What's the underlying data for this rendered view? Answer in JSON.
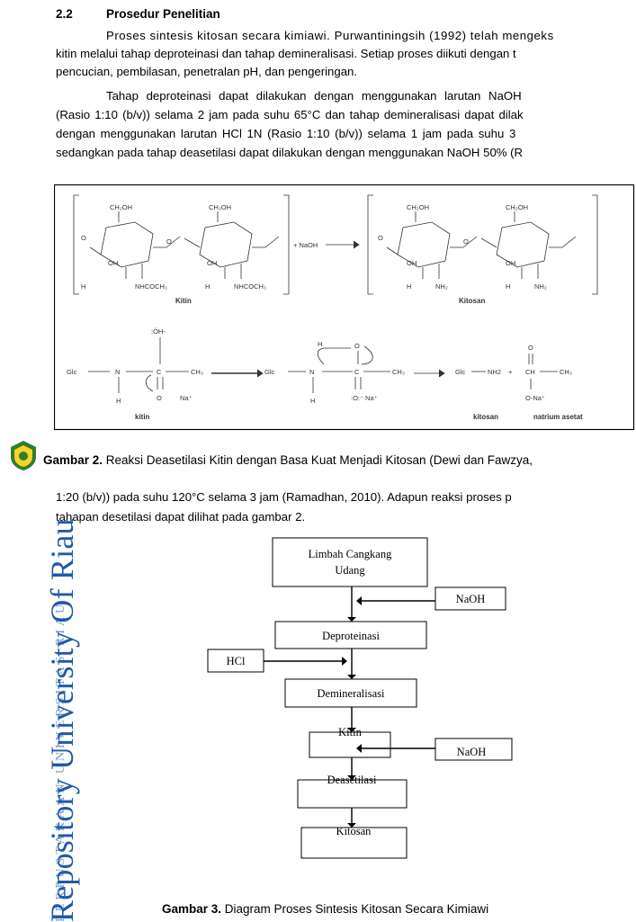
{
  "section": {
    "number": "2.2",
    "title": "Prosedur Penelitian"
  },
  "paragraphs": [
    [
      "Proses sintesis kitosan secara kimiawi. Purwantiningsih (1992) telah mengeks",
      "kitin melalui tahap deproteinasi dan tahap demineralisasi. Setiap proses diikuti dengan t",
      "pencucian, pembilasan, penetralan pH, dan pengeringan."
    ],
    [
      "Tahap deproteinasi dapat dilakukan dengan menggunakan larutan NaOH",
      "(Rasio 1:10 (b/v)) selama 2 jam pada suhu 65°C dan tahap demineralisasi dapat dilak",
      "dengan menggunakan larutan HCl 1N (Rasio 1:10 (b/v))  selama 1 jam pada suhu 3",
      "sedangkan pada tahap deasetilasi dapat dilakukan dengan menggunakan NaOH 50% (R"
    ],
    [
      "1:20 (b/v)) pada suhu 120°C selama 3 jam (Ramadhan, 2010). Adapun reaksi proses p",
      "tahapan desetilasi dapat dilihat pada gambar 2."
    ]
  ],
  "figure2": {
    "caption_label": "Gambar 2.",
    "caption_text": " Reaksi Deasetilasi Kitin dengan Basa Kuat Menjadi Kitosan (Dewi dan Fawzya,",
    "labels": {
      "ch2oh": "CH₂OH",
      "h": "H",
      "oh": "OH",
      "o": "O",
      "nhcoch3": "NHCOCH₃",
      "nh2": "NH₂",
      "naoh_plus": "+ NaOH",
      "kitin": "Kitin",
      "kitosan": "Kitosan",
      "glc": "Glc",
      "n": "N",
      "c": "C",
      "ch3": "CH₃",
      "oh_minus": ":ÖH-",
      "na_plus": "Na⁺",
      "o_minus_na": ":O:⁻ Na⁺",
      "kitin_bold": "kitin",
      "kitosan_bold": "kitosan",
      "natrium_asetat": "natrium asetat",
      "plus": "+",
      "ch": "CH",
      "o_na": "O-Na⁺",
      "nh2_plain": "NH2"
    }
  },
  "figure3": {
    "boxes": {
      "limbah": [
        "Limbah Cangkang",
        "Udang"
      ],
      "naoh1": "NaOH",
      "deproteinasi": "Deproteinasi",
      "hcl": "HCl",
      "demineralisasi": "Demineralisasi",
      "kitin": "Kitin",
      "naoh2": "NaOH",
      "deasetilasi": "Deasetilasi",
      "kitosan": "Kitosan"
    },
    "caption_label": "Gambar 3.",
    "caption_text": " Diagram Proses Sintesis Kitosan Secara Kimiawi"
  },
  "watermark": {
    "text": "Repository University Of Riau",
    "subtext": "PERPUSTAKAAN UNIVERSITAS RIAU",
    "color": "#1e5aa8"
  }
}
